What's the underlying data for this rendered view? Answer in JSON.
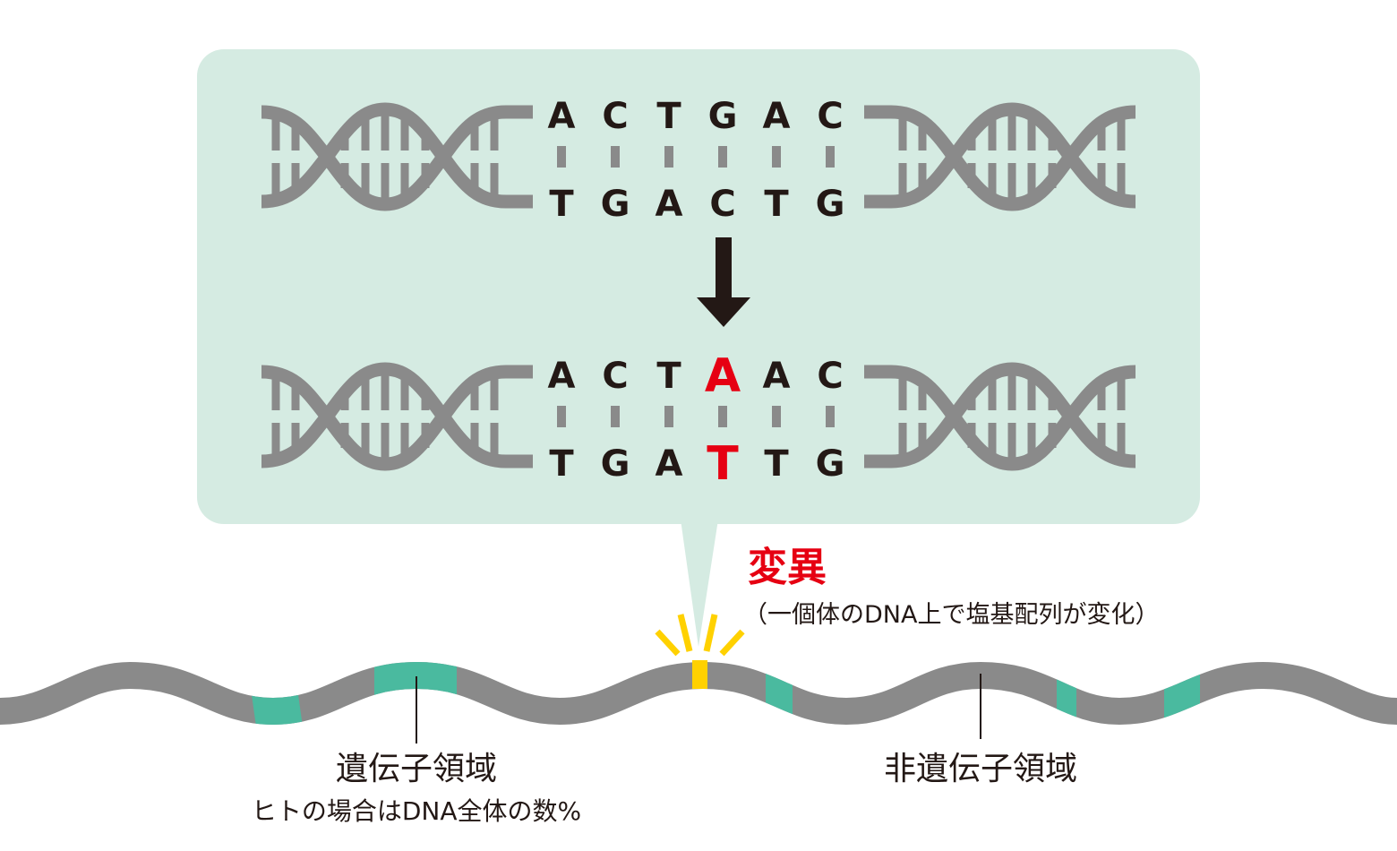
{
  "before": {
    "top_strand": [
      "A",
      "C",
      "T",
      "G",
      "A",
      "C"
    ],
    "bottom_strand": [
      "T",
      "G",
      "A",
      "C",
      "T",
      "G"
    ]
  },
  "after": {
    "top_strand": [
      "A",
      "C",
      "T",
      "A",
      "A",
      "C"
    ],
    "bottom_strand": [
      "T",
      "G",
      "A",
      "T",
      "T",
      "G"
    ],
    "mutated_index": 3
  },
  "mutation": {
    "title": "変異",
    "description": "（一個体のDNA上で塩基配列が変化）"
  },
  "labels": {
    "gene_region": "遺伝子領域",
    "gene_region_note": "ヒトの場合はDNA全体の数%",
    "non_gene_region": "非遺伝子領域"
  },
  "colors": {
    "bubble": "#d5ebe2",
    "helix": "#8a8a8a",
    "gene": "#4aba9f",
    "mutation_site": "#ffd100",
    "mutation_text": "#e60012",
    "text": "#231815"
  }
}
